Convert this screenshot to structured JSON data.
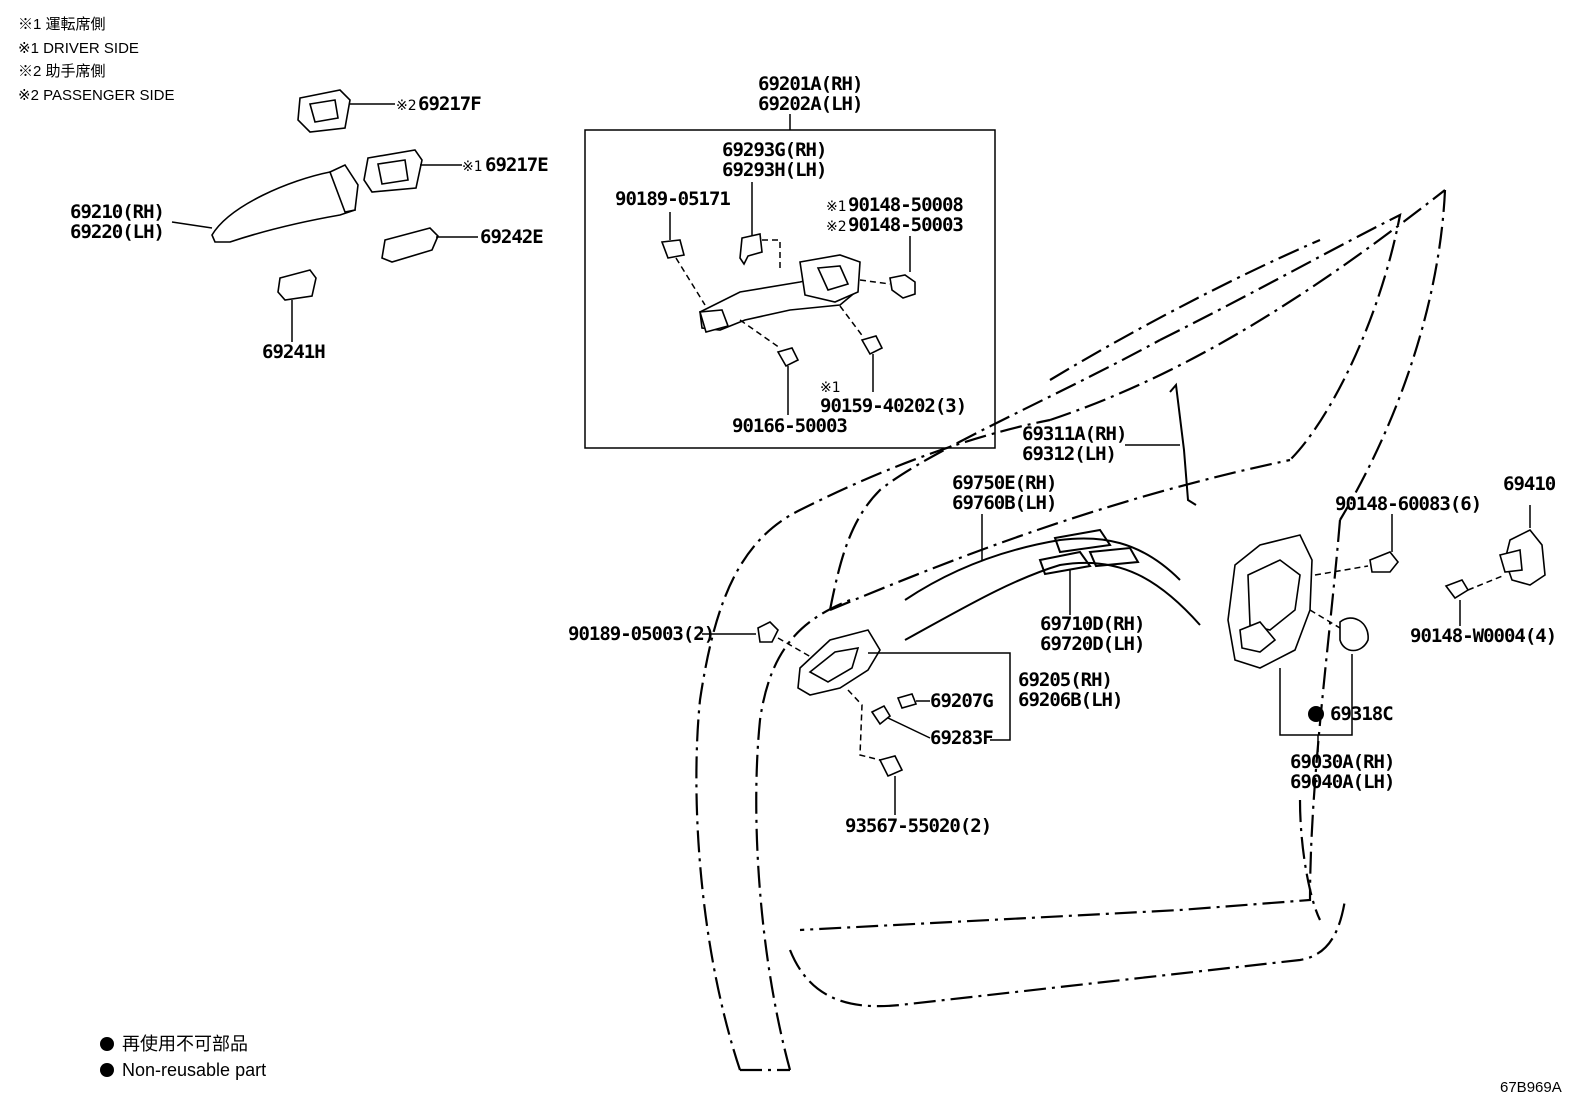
{
  "notes": {
    "n1_jp": "※1 運転席側",
    "n1_en": "※1 DRIVER SIDE",
    "n2_jp": "※2 助手席側",
    "n2_en": "※2 PASSENGER SIDE"
  },
  "legend": {
    "jp": "再使用不可部品",
    "en": "Non-reusable part"
  },
  "diagram_code": "67B969A",
  "marks": {
    "m1": "※1",
    "m2": "※2"
  },
  "parts": {
    "p69217F": "69217F",
    "p69217E": "69217E",
    "p69210": "69210(RH)",
    "p69220": "69220(LH)",
    "p69242E": "69242E",
    "p69241H": "69241H",
    "p69201A": "69201A(RH)",
    "p69202A": "69202A(LH)",
    "p69293G": "69293G(RH)",
    "p69293H": "69293H(LH)",
    "p90189_05171": "90189-05171",
    "p90148_50008": "90148-50008",
    "p90148_50003": "90148-50003",
    "p90159_40202": "90159-40202(3)",
    "p90166_50003": "90166-50003",
    "p69311A": "69311A(RH)",
    "p69312": "69312(LH)",
    "p69750E": "69750E(RH)",
    "p69760B": "69760B(LH)",
    "p69410": "69410",
    "p90148_60083": "90148-60083(6)",
    "p90148_W0004": "90148-W0004(4)",
    "p90189_05003": "90189-05003(2)",
    "p69710D": "69710D(RH)",
    "p69720D": "69720D(LH)",
    "p69205": "69205(RH)",
    "p69206B": "69206B(LH)",
    "p69207G": "69207G",
    "p69283F": "69283F",
    "p69318C": "69318C",
    "p69030A": "69030A(RH)",
    "p69040A": "69040A(LH)",
    "p93567_55020": "93567-55020(2)"
  }
}
